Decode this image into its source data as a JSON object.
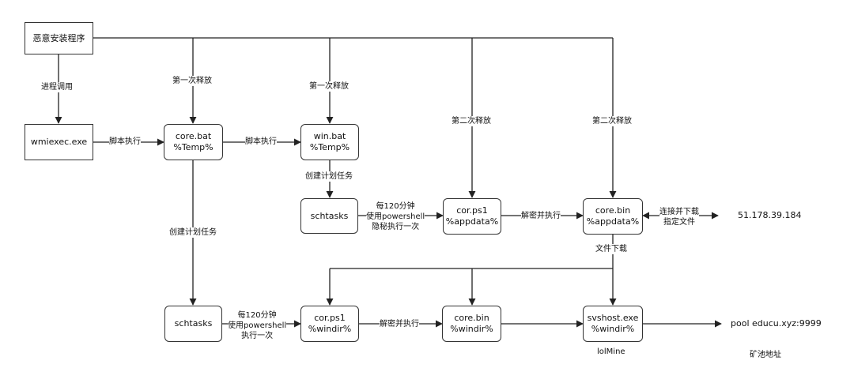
{
  "nodes": {
    "installer": "恶意安装程序",
    "wmiexec": "wmiexec.exe",
    "core_bat": {
      "line1": "core.bat",
      "line2": "%Temp%"
    },
    "win_bat": {
      "line1": "win.bat",
      "line2": "%Temp%"
    },
    "schtasks_top": "schtasks",
    "cor_ps1_appdata": {
      "line1": "cor.ps1",
      "line2": "%appdata%"
    },
    "core_bin_appdata": {
      "line1": "core.bin",
      "line2": "%appdata%"
    },
    "schtasks_bottom": "schtasks",
    "cor_ps1_windir": {
      "line1": "cor.ps1",
      "line2": "%windir%"
    },
    "core_bin_windir": {
      "line1": "core.bin",
      "line2": "%windir%"
    },
    "svshost": {
      "line1": "svshost.exe",
      "line2": "%windir%"
    }
  },
  "edge_labels": {
    "process_call": "进程调用",
    "first_release_a": "第一次释放",
    "first_release_b": "第一次释放",
    "second_release_a": "第二次释放",
    "second_release_b": "第二次释放",
    "script_exec_a": "脚本执行",
    "script_exec_b": "脚本执行",
    "create_task_a": "创建计划任务",
    "create_task_b": "创建计划任务",
    "every120_top": {
      "l1": "每120分钟",
      "l2": "使用powershell",
      "l3": "隐秘执行一次"
    },
    "every120_bottom": {
      "l1": "每120分钟",
      "l2": "使用powershell",
      "l3": "执行一次"
    },
    "decrypt_exec_a": "解密并执行",
    "decrypt_exec_b": "解密并执行",
    "connect_download": {
      "l1": "连接并下载",
      "l2": "指定文件"
    },
    "file_download": "文件下载"
  },
  "outside_text": {
    "ip": "51.178.39.184",
    "pool": "pool educu.xyz:9999",
    "lolmine": "lolMine",
    "pool_caption": "矿池地址"
  }
}
